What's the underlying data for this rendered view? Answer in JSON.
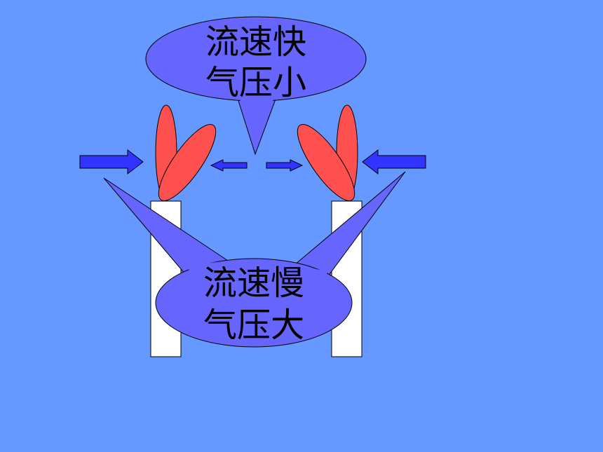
{
  "callout_top": {
    "line1": "流速快",
    "line2": "气压小"
  },
  "callout_bottom": {
    "line1": "流速慢",
    "line2": "气压大"
  },
  "colors": {
    "background": "#6699ff",
    "callout_fill": "#6666ff",
    "flame": "#ff5050",
    "candle": "#ffffff",
    "arrow": "#3333ff"
  }
}
